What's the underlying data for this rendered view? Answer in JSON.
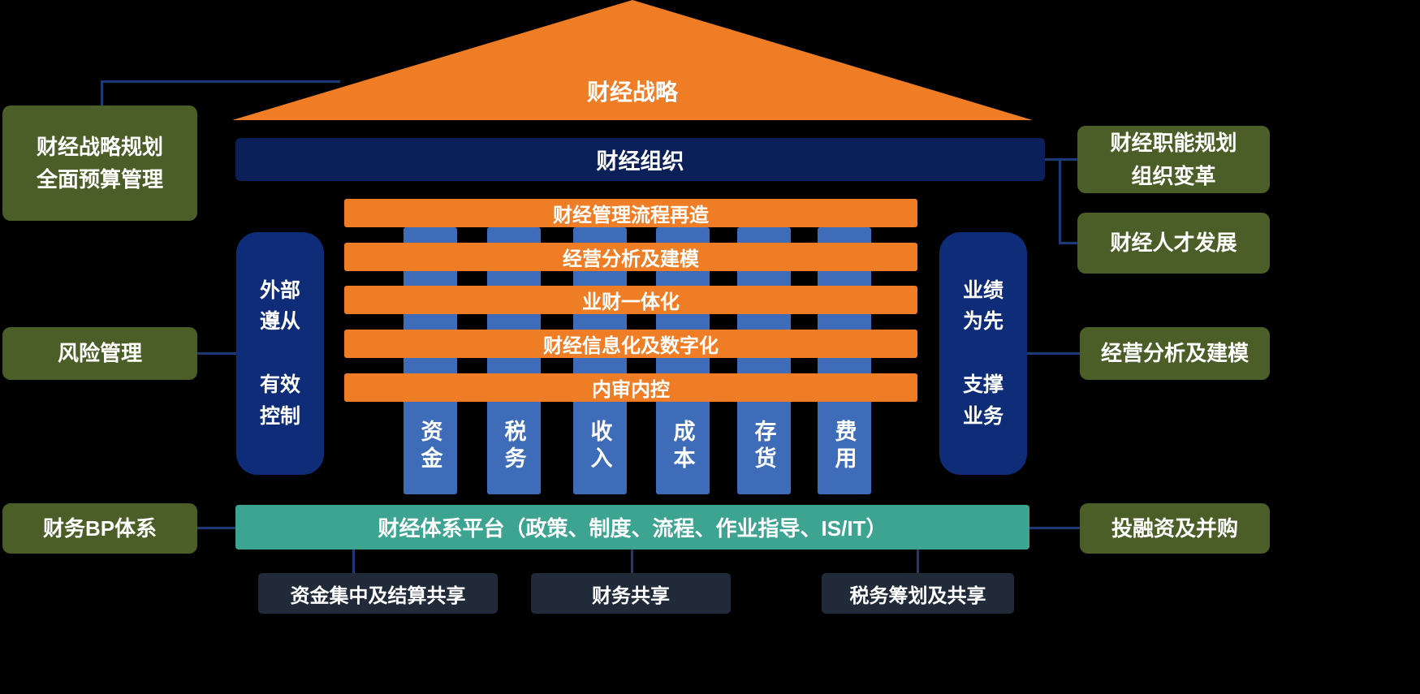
{
  "colors": {
    "background": "#000000",
    "orange": "#EF7D25",
    "navy": "#0B2059",
    "side_navy": "#0E2C77",
    "pillar_blue": "#3E6CB8",
    "teal": "#3EA492",
    "olive": "#4B5E27",
    "dark_slate": "#202A38",
    "connector": "#1C3A74",
    "text": "#FFFFFF"
  },
  "roof": {
    "label": "财经战略"
  },
  "organization_bar": {
    "label": "财经组织"
  },
  "process_bars": [
    {
      "label": "财经管理流程再造"
    },
    {
      "label": "经营分析及建模"
    },
    {
      "label": "业财一体化"
    },
    {
      "label": "财经信息化及数字化"
    },
    {
      "label": "内审内控"
    }
  ],
  "pillars": [
    {
      "label": "资金"
    },
    {
      "label": "税务"
    },
    {
      "label": "收入"
    },
    {
      "label": "成本"
    },
    {
      "label": "存货"
    },
    {
      "label": "费用"
    }
  ],
  "left_pillar": {
    "label": "外部\n遵从\n\n有效\n控制"
  },
  "right_pillar": {
    "label": "业绩\n为先\n\n支撑\n业务"
  },
  "platform_bar": {
    "label": "财经体系平台（政策、制度、流程、作业指导、IS/IT）"
  },
  "bottom_boxes": [
    {
      "label": "资金集中及结算共享"
    },
    {
      "label": "财务共享"
    },
    {
      "label": "税务筹划及共享"
    }
  ],
  "left_boxes": [
    {
      "label": "财经战略规划\n全面预算管理"
    },
    {
      "label": "风险管理"
    },
    {
      "label": "财务BP体系"
    }
  ],
  "right_boxes": [
    {
      "label": "财经职能规划\n组织变革"
    },
    {
      "label": "财经人才发展"
    },
    {
      "label": "经营分析及建模"
    },
    {
      "label": "投融资及并购"
    }
  ]
}
